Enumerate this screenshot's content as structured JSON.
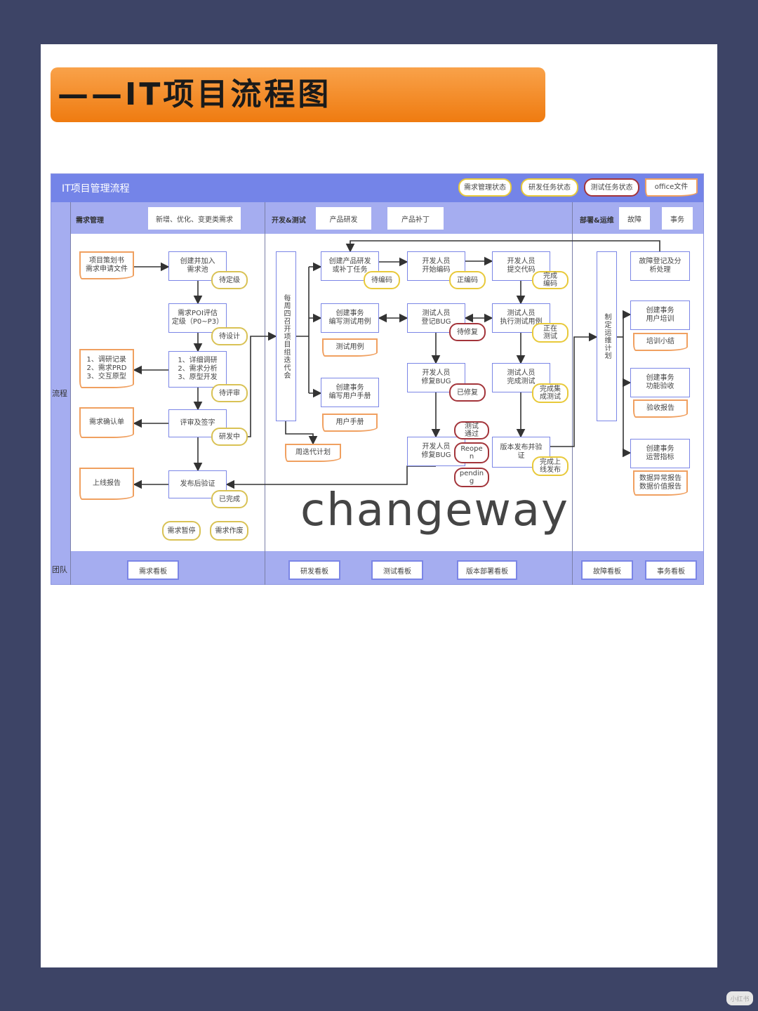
{
  "banner": "——IT项目流程图",
  "header": {
    "title": "IT项目管理流程",
    "legend": [
      "需求管理状态",
      "研发任务状态",
      "测试任务状态",
      "office文件"
    ]
  },
  "lanes": {
    "req": {
      "label": "需求管理",
      "type": "新增、优化、变更类需求"
    },
    "dev": {
      "label": "开发&测试",
      "types": [
        "产品研发",
        "产品补丁"
      ]
    },
    "ops": {
      "label": "部署&运维",
      "types": [
        "故障",
        "事务"
      ]
    }
  },
  "rows": {
    "flow": "流程",
    "team": "团队"
  },
  "req": {
    "doc1": "项目策划书\n需求申请文件",
    "box1": "创建并加入\n需求池",
    "tag1": "待定级",
    "box2": "需求POI评估\n定级（P0~P3）",
    "tag2": "待设计",
    "box3": "1、详细调研\n2、需求分析\n3、原型开发",
    "tag3": "待评审",
    "doc2": "1、调研记录\n2、需求PRD\n3、交互原型",
    "box4": "评审及签字",
    "tag4": "研发中",
    "doc3": "需求确认单",
    "box5": "发布后验证",
    "tag5": "已完成",
    "doc4": "上线报告",
    "pause": "需求暂停",
    "cancel": "需求作废"
  },
  "dev": {
    "meeting": "每周四召开项目组迭代会",
    "plan": "周迭代计划",
    "task": "创建产品研发\n或补丁任务",
    "t_task": "待编码",
    "code": "开发人员\n开始编码",
    "t_code": "正编码",
    "commit": "开发人员\n提交代码",
    "t_commit": "完成\n编码",
    "tc": "创建事务\n编写测试用例",
    "doc_tc": "测试用例",
    "bug": "测试人员\n登记BUG",
    "t_bug": "待修复",
    "exec": "测试人员\n执行测试用例",
    "t_exec": "正在\n测试",
    "manual": "创建事务\n编写用户手册",
    "doc_manual": "用户手册",
    "fix": "开发人员\n修复BUG",
    "t_fix": "已修复",
    "done": "测试人员\n完成测试",
    "t_done": "完成集\n成测试",
    "t_pass": "测试\n通过",
    "t_reopen": "Reope\nn",
    "t_pending": "pendin\ng",
    "fix2": "开发人员\n修复BUG",
    "release": "版本发布并验\n证",
    "t_release": "完成上\n线发布"
  },
  "ops": {
    "plan": "制定运维计划",
    "fault": "故障登记及分\n析处理",
    "train": "创建事务\n用户培训",
    "doc_train": "培训小结",
    "accept": "创建事务\n功能验收",
    "doc_accept": "验收报告",
    "ops": "创建事务\n运营指标",
    "doc_ops": "数据异常报告\n数据价值报告"
  },
  "watermark": "changeway",
  "team": [
    "需求看板",
    "研发看板",
    "测试看板",
    "版本部署看板",
    "故障看板",
    "事务看板"
  ],
  "badge": "小红书"
}
